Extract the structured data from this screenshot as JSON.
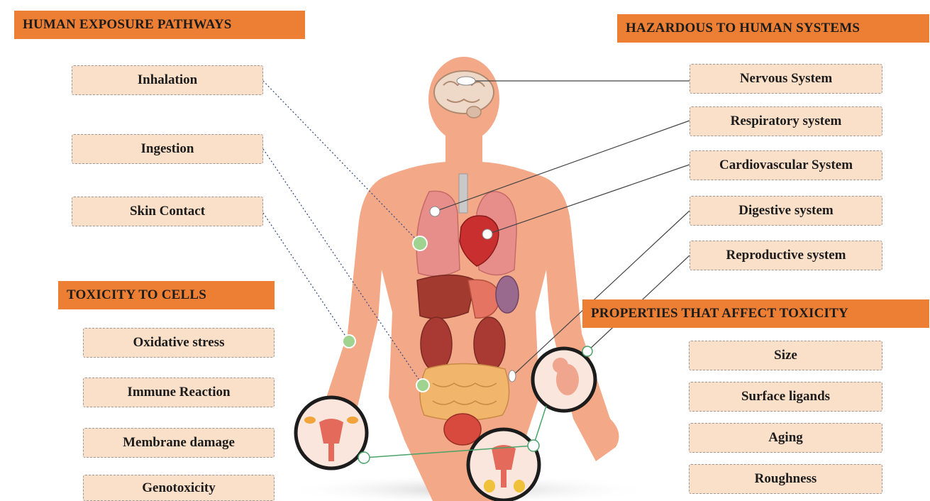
{
  "exposure": {
    "title": "HUMAN EXPOSURE PATHWAYS",
    "items": [
      "Inhalation",
      "Ingestion",
      "Skin Contact"
    ]
  },
  "hazards": {
    "title": "HAZARDOUS TO HUMAN SYSTEMS",
    "items": [
      "Nervous System",
      "Respiratory system",
      "Cardiovascular System",
      "Digestive system",
      "Reproductive system"
    ]
  },
  "toxicity": {
    "title": "TOXICITY TO CELLS",
    "items": [
      "Oxidative stress",
      "Immune Reaction",
      "Membrane damage",
      "Genotoxicity"
    ]
  },
  "properties": {
    "title": "PROPERTIES THAT AFFECT TOXICITY",
    "items": [
      "Size",
      "Surface ligands",
      "Aging",
      "Roughness"
    ]
  },
  "colors": {
    "header": "#ec7f33",
    "box": "#fbe0c9",
    "skin": "#f3a888",
    "organ_red": "#b23a32",
    "marker_green": "#9fd38f"
  }
}
